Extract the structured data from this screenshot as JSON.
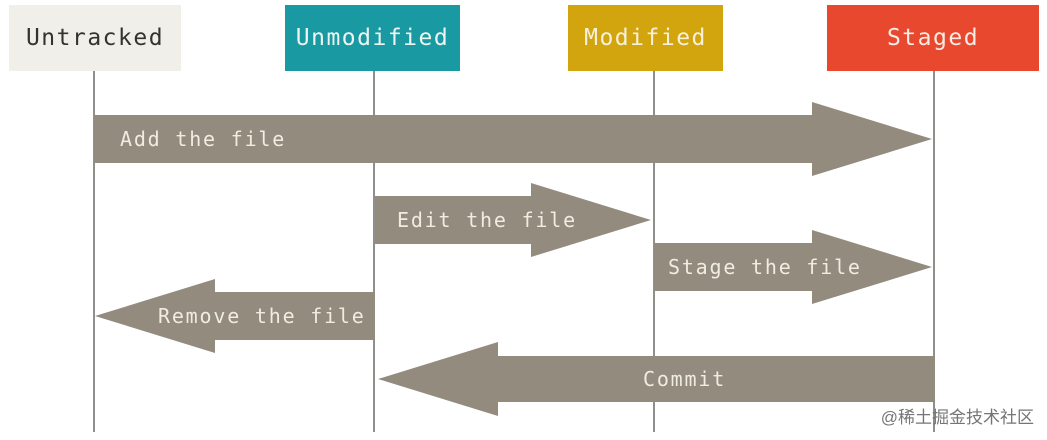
{
  "colors": {
    "untracked_bg": "#f0efe9",
    "untracked_text": "#34332e",
    "unmodified_bg": "#1999a1",
    "modified_bg": "#d2a40d",
    "staged_bg": "#e8492e",
    "header_text": "#f2f0e6",
    "arrow_fill": "#928b7e",
    "arrow_text": "#f0ece0",
    "lifeline": "#8f8f8c",
    "watermark_text": "#757575"
  },
  "states": [
    {
      "label": "Untracked"
    },
    {
      "label": "Unmodified"
    },
    {
      "label": "Modified"
    },
    {
      "label": "Staged"
    }
  ],
  "transitions": [
    {
      "label": "Add the file",
      "from": "Untracked",
      "to": "Staged",
      "direction": "right"
    },
    {
      "label": "Edit the file",
      "from": "Unmodified",
      "to": "Modified",
      "direction": "right"
    },
    {
      "label": "Stage the file",
      "from": "Modified",
      "to": "Staged",
      "direction": "right"
    },
    {
      "label": "Remove the file",
      "from": "Unmodified",
      "to": "Untracked",
      "direction": "left"
    },
    {
      "label": "Commit",
      "from": "Staged",
      "to": "Unmodified",
      "direction": "left"
    }
  ],
  "watermark": "@稀土掘金技术社区"
}
